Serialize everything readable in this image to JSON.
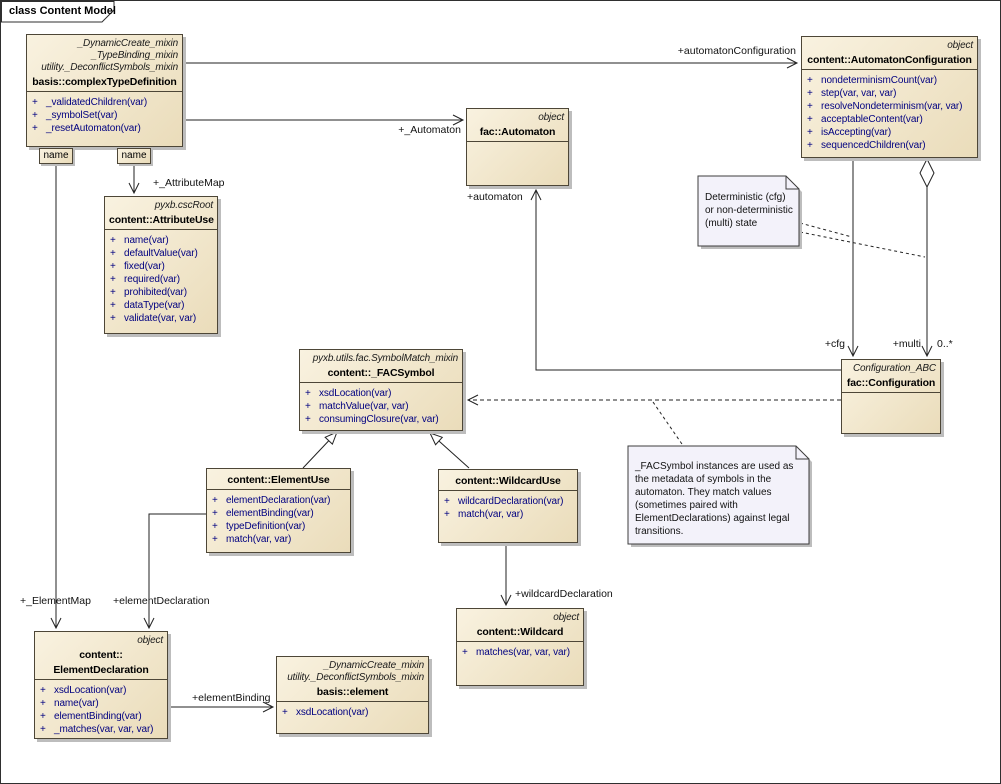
{
  "diagram": {
    "title": "class Content Model"
  },
  "classes": [
    {
      "id": "complexTypeDefinition",
      "stereotypes": [
        "_DynamicCreate_mixin",
        "_TypeBinding_mixin",
        "utility._DeconflictSymbols_mixin"
      ],
      "name_lines": [
        "basis::complexTypeDefinition"
      ],
      "methods": [
        "_validatedChildren(var)",
        "_symbolSet(var)",
        "_resetAutomaton(var)"
      ]
    },
    {
      "id": "automatonConfiguration",
      "stereotypes": [
        "object"
      ],
      "name_lines": [
        "content::AutomatonConfiguration"
      ],
      "methods": [
        "nondeterminismCount(var)",
        "step(var, var, var)",
        "resolveNondeterminism(var, var)",
        "acceptableContent(var)",
        "isAccepting(var)",
        "sequencedChildren(var)"
      ]
    },
    {
      "id": "automaton",
      "stereotypes": [
        "object"
      ],
      "name_lines": [
        "fac::Automaton"
      ],
      "methods": []
    },
    {
      "id": "attributeUse",
      "stereotypes": [
        "pyxb.cscRoot"
      ],
      "name_lines": [
        "content::AttributeUse"
      ],
      "methods": [
        "name(var)",
        "defaultValue(var)",
        "fixed(var)",
        "required(var)",
        "prohibited(var)",
        "dataType(var)",
        "validate(var, var)"
      ]
    },
    {
      "id": "facSymbol",
      "stereotypes": [
        "pyxb.utils.fac.SymbolMatch_mixin"
      ],
      "name_lines": [
        "content::_FACSymbol"
      ],
      "methods": [
        "xsdLocation(var)",
        "matchValue(var, var)",
        "consumingClosure(var, var)"
      ]
    },
    {
      "id": "elementUse",
      "stereotypes": [],
      "name_lines": [
        "content::ElementUse"
      ],
      "methods": [
        "elementDeclaration(var)",
        "elementBinding(var)",
        "typeDefinition(var)",
        "match(var, var)"
      ]
    },
    {
      "id": "wildcardUse",
      "stereotypes": [],
      "name_lines": [
        "content::WildcardUse"
      ],
      "methods": [
        "wildcardDeclaration(var)",
        "match(var, var)"
      ]
    },
    {
      "id": "configuration",
      "stereotypes": [
        "Configuration_ABC"
      ],
      "name_lines": [
        "fac::Configuration"
      ],
      "methods": []
    },
    {
      "id": "wildcard",
      "stereotypes": [
        "object"
      ],
      "name_lines": [
        "content::Wildcard"
      ],
      "methods": [
        "matches(var, var, var)"
      ]
    },
    {
      "id": "elementDeclaration",
      "stereotypes": [
        "object"
      ],
      "name_lines": [
        "content::",
        "ElementDeclaration"
      ],
      "methods": [
        "xsdLocation(var)",
        "name(var)",
        "elementBinding(var)",
        "_matches(var, var, var)"
      ]
    },
    {
      "id": "element",
      "stereotypes": [
        "_DynamicCreate_mixin",
        "utility._DeconflictSymbols_mixin"
      ],
      "name_lines": [
        "basis::element"
      ],
      "methods": [
        "xsdLocation(var)"
      ]
    }
  ],
  "labels": {
    "automaton_configuration": "+automatonConfiguration",
    "automaton_assoc": "+_Automaton",
    "attribute_map": "+_AttributeMap",
    "automaton_ref": "+automaton",
    "cfg": "+cfg",
    "multi": "+multi",
    "multi_cardinality": "0..*",
    "element_map": "+_ElementMap",
    "element_declaration": "+elementDeclaration",
    "wildcard_declaration": "+wildcardDeclaration",
    "element_binding": "+elementBinding",
    "qualifier_left": "name",
    "qualifier_right": "name"
  },
  "notes": [
    {
      "text": "Deterministic (cfg)\nor non-deterministic\n(multi) state"
    },
    {
      "text": "_FACSymbol instances are used as\nthe metadata of symbols in the\nautomaton.  They match values\n(sometimes paired with\nElementDeclarations) against legal\ntransitions."
    }
  ],
  "colors": {
    "box_fill_light": "#f9f2e0",
    "box_fill_dark": "#eadcba",
    "box_border": "#4d4637",
    "method_text": "#000080",
    "note_fill": "#f3f2fa",
    "shadow": "#bdbdbd",
    "line": "#222222"
  }
}
